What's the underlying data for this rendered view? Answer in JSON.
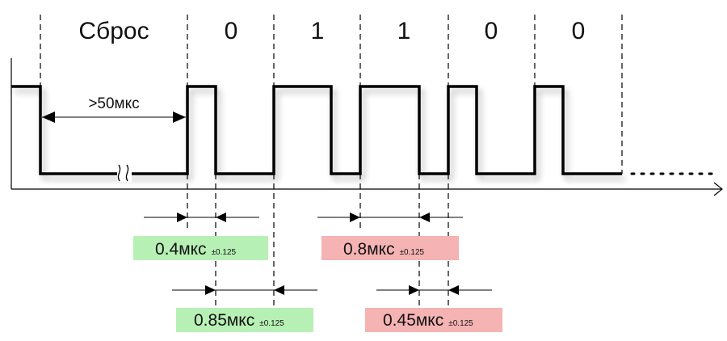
{
  "bit_labels": [
    "Сброс",
    "0",
    "1",
    "1",
    "0",
    "0"
  ],
  "reset_duration": ">50мкс",
  "timings": [
    {
      "value": "0.4мкс",
      "tolerance": "±0.125",
      "color": "#b7f0b5"
    },
    {
      "value": "0.85мкс",
      "tolerance": "±0.125",
      "color": "#b7f0b5"
    },
    {
      "value": "0.8мкс",
      "tolerance": "±0.125",
      "color": "#f5b3b3"
    },
    {
      "value": "0.45мкс",
      "tolerance": "±0.125",
      "color": "#f5b3b3"
    }
  ]
}
